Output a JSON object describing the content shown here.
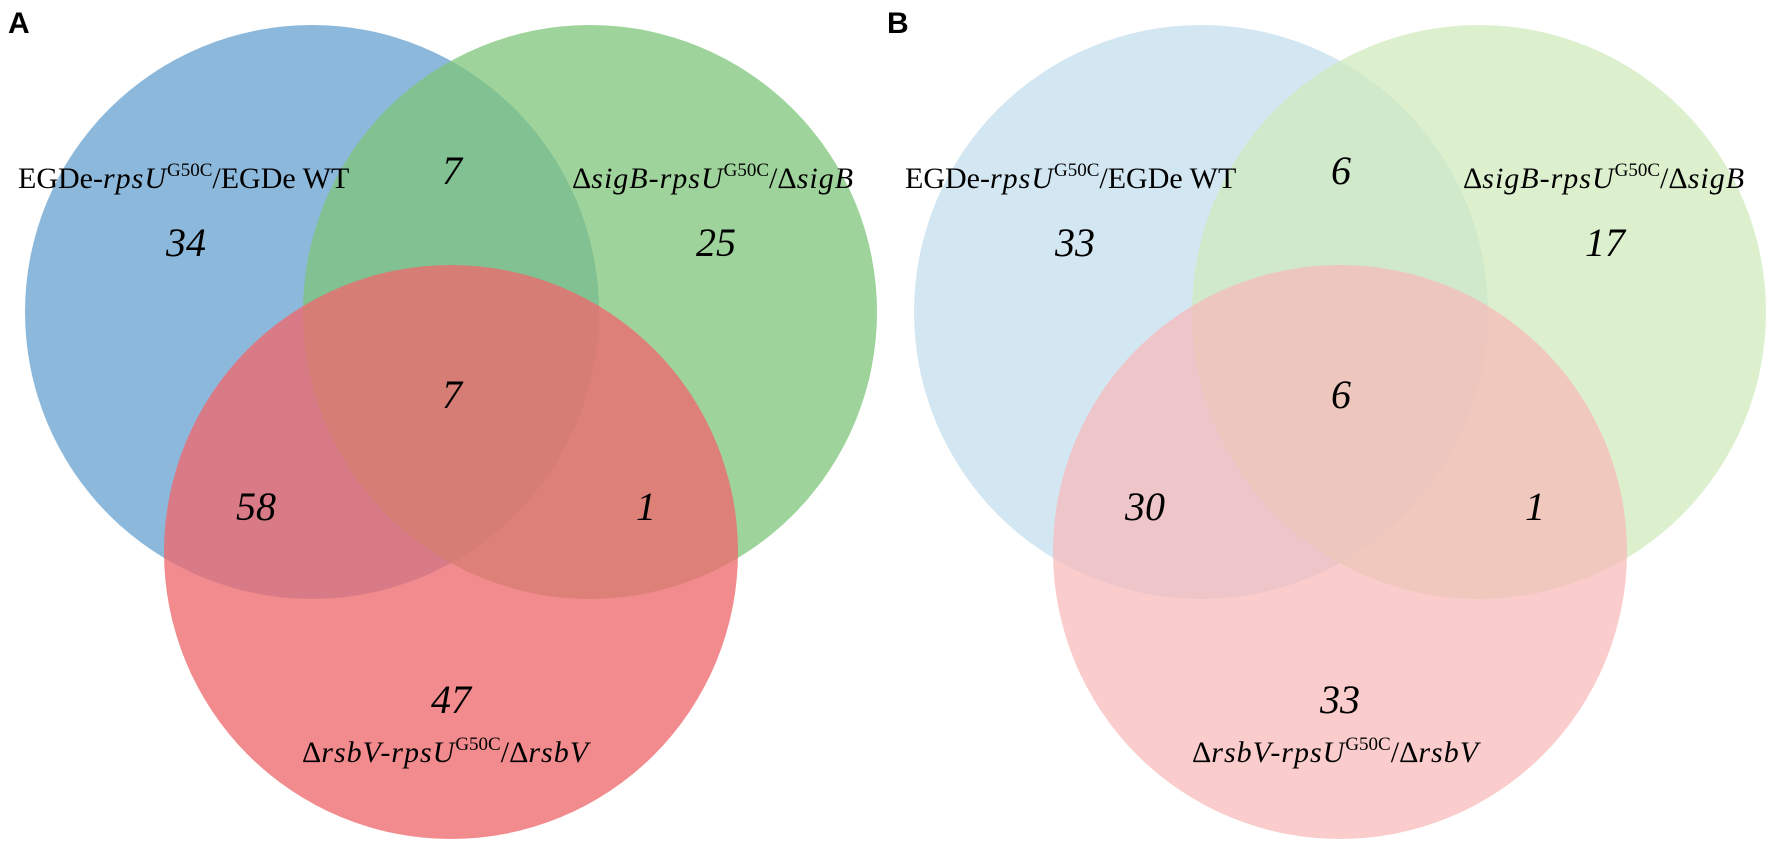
{
  "panels": [
    {
      "letter": "A",
      "colors": {
        "set1": "#6fa6d2",
        "set2": "#7dc47a",
        "set3": "#ee6a6e"
      },
      "labels": {
        "set1": {
          "pre": "EGDe-",
          "italic": "rpsU",
          "sup": "G50C",
          "post": "/EGDe WT"
        },
        "set2": {
          "pre": "Δ",
          "italic": "sigB-rpsU",
          "sup": "G50C",
          "post": "/Δ",
          "italic2": "sigB"
        },
        "set3": {
          "pre": "Δ",
          "italic": "rsbV-rpsU",
          "sup": "G50C",
          "post": "/Δ",
          "italic2": "rsbV"
        }
      },
      "counts": {
        "only1": "34",
        "only2": "25",
        "only3": "47",
        "int12": "7",
        "int13": "58",
        "int23": "1",
        "int123": "7"
      }
    },
    {
      "letter": "B",
      "colors": {
        "set1": "#c2deed",
        "set2": "#cdeab9",
        "set3": "#f8b8b8"
      },
      "labels": {
        "set1": {
          "pre": "EGDe-",
          "italic": "rpsU",
          "sup": "G50C",
          "post": "/EGDe WT"
        },
        "set2": {
          "pre": "Δ",
          "italic": "sigB-rpsU",
          "sup": "G50C",
          "post": "/Δ",
          "italic2": "sigB"
        },
        "set3": {
          "pre": "Δ",
          "italic": "rsbV-rpsU",
          "sup": "G50C",
          "post": "/Δ",
          "italic2": "rsbV"
        }
      },
      "counts": {
        "only1": "33",
        "only2": "17",
        "only3": "33",
        "int12": "6",
        "int13": "30",
        "int23": "1",
        "int123": "6"
      }
    }
  ]
}
